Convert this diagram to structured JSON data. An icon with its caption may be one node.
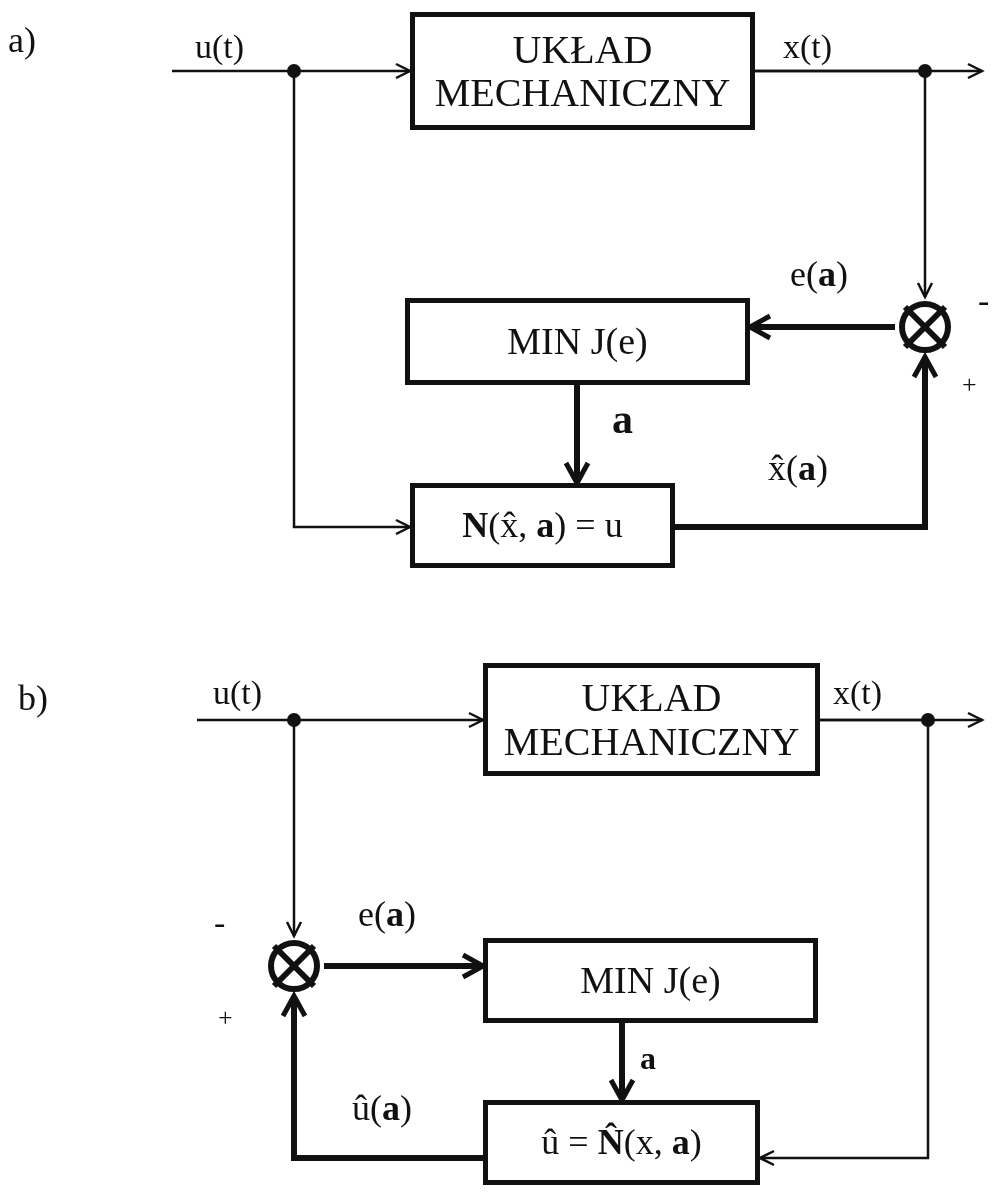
{
  "diagram": {
    "nodes": [
      {
        "text": [
          "UKŁAD MECHANICZNY"
        ]
      },
      {
        "text": [
          "MIN J(e)"
        ]
      },
      {
        "text": [
          "**N**(x̂, **a**) = u"
        ]
      },
      {
        "text": [],
        "shape": "circle",
        "beside": [
          "-",
          "+"
        ]
      },
      {
        "text": [
          "UKŁAD MECHANICZNY"
        ]
      },
      {
        "text": [],
        "shape": "circle",
        "beside": [
          "-",
          "+"
        ]
      },
      {
        "text": [
          "MIN J(e)"
        ]
      },
      {
        "text": [
          "û = **N̂**(x, **a**)"
        ]
      }
    ],
    "edges": [
      {
        "from": null,
        "to": 0,
        "arrow": "to",
        "label": "u(t)"
      },
      {
        "from": null,
        "to": 2,
        "arrow": "to"
      },
      {
        "from": 0,
        "to": null,
        "arrow": "to",
        "label": "x(t)"
      },
      {
        "from": 0,
        "to": 3,
        "arrow": "to"
      },
      {
        "from": 3,
        "to": 1,
        "arrow": "to",
        "label": "e(**a**)",
        "style": "thick"
      },
      {
        "from": 1,
        "to": 2,
        "arrow": "to",
        "label": "a",
        "style": "thick"
      },
      {
        "from": 2,
        "to": 3,
        "arrow": "to",
        "label": "x̂(**a**)",
        "style": "thick"
      },
      {
        "from": null,
        "to": 4,
        "arrow": "to",
        "label": "u(t)"
      },
      {
        "from": null,
        "to": 5,
        "arrow": "to"
      },
      {
        "from": 4,
        "to": null,
        "arrow": "to",
        "label": "x(t)"
      },
      {
        "from": 4,
        "to": 7,
        "arrow": "to"
      },
      {
        "from": 5,
        "to": 6,
        "arrow": "to",
        "label": "e(**a**)",
        "style": "thick"
      },
      {
        "from": 6,
        "to": 7,
        "arrow": "to",
        "label": "a",
        "style": "thick"
      },
      {
        "from": 7,
        "to": 5,
        "arrow": "to",
        "label": "û(**a**)",
        "style": "thick"
      }
    ],
    "labels": [
      "a)",
      "b)"
    ]
  }
}
